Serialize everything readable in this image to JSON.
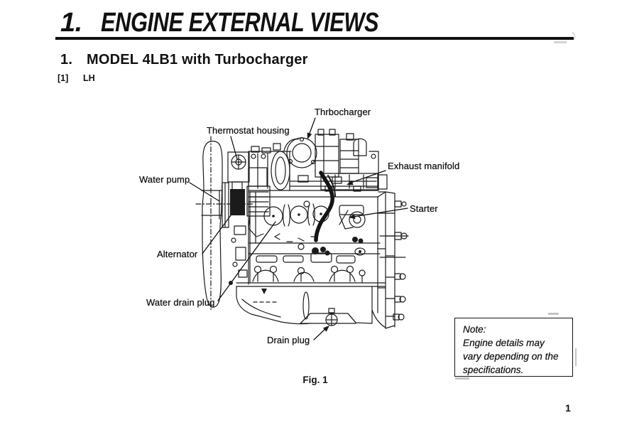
{
  "page": {
    "chapter_number": "1.",
    "chapter_title": "ENGINE EXTERNAL VIEWS",
    "section_number": "1.",
    "section_title": "MODEL 4LB1 with Turbocharger",
    "view_tag": "[1]",
    "view_label": "LH",
    "page_number": "1"
  },
  "figure": {
    "caption": "Fig. 1",
    "labels": {
      "turbocharger": "Thrbocharger",
      "thermostat_housing": "Thermostat housing",
      "exhaust_manifold": "Exhaust manifold",
      "water_pump": "Water pump",
      "starter": "Starter",
      "alternator": "Alternator",
      "water_drain_plug": "Water drain plug",
      "drain_plug": "Drain plug"
    }
  },
  "note": {
    "title": "Note:",
    "lines": [
      "Engine details may",
      "vary depending on the",
      "specifications."
    ]
  },
  "colors": {
    "ink": "#111111",
    "paper": "#ffffff"
  }
}
